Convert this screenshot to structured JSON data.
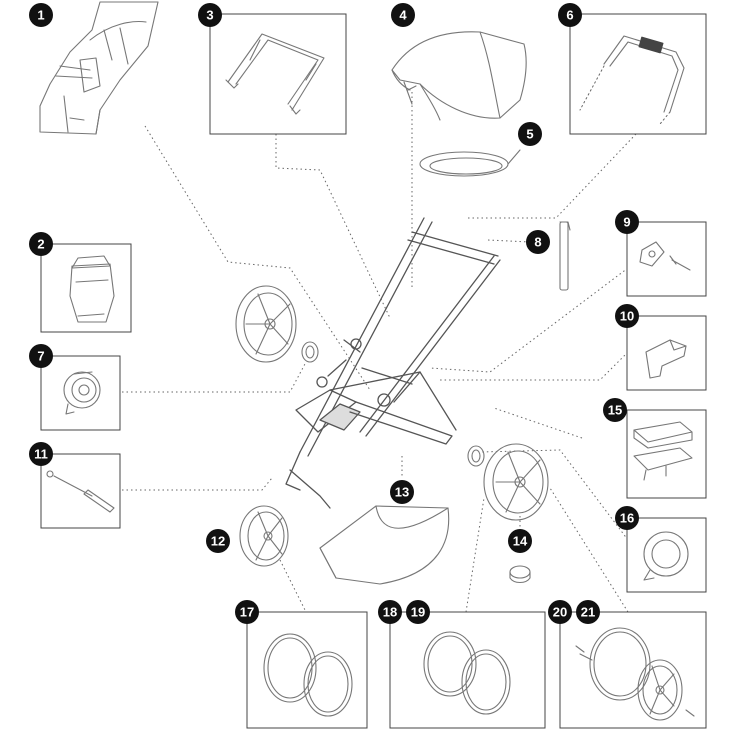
{
  "diagram": {
    "callouts": [
      "1",
      "2",
      "3",
      "4",
      "5",
      "6",
      "7",
      "8",
      "9",
      "10",
      "11",
      "12",
      "13",
      "14",
      "15",
      "16",
      "17",
      "18",
      "19",
      "20",
      "21"
    ],
    "badge_color": "#111111",
    "line_color": "#777777"
  }
}
